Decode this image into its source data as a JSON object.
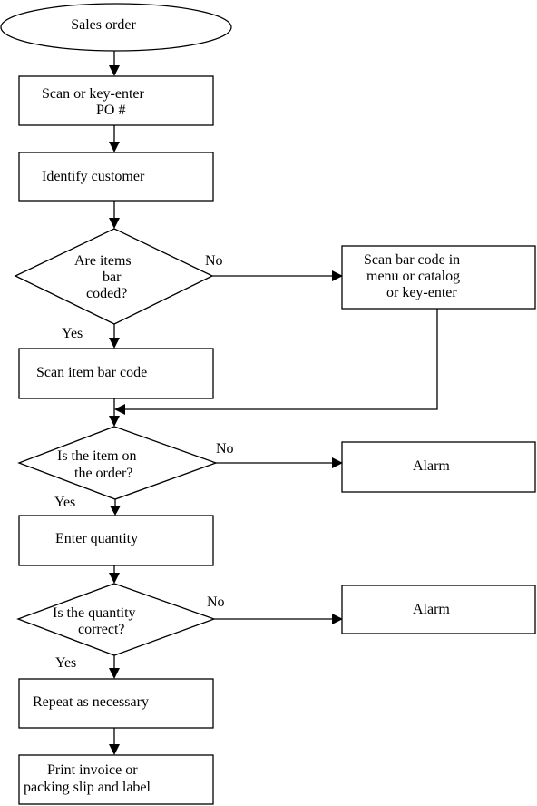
{
  "flowchart": {
    "start": {
      "lines": [
        "Sales order"
      ]
    },
    "step_scan_po": {
      "lines": [
        "Scan or key-enter",
        "PO #"
      ]
    },
    "step_identify_customer": {
      "lines": [
        "Identify customer"
      ]
    },
    "decision_bar_coded": {
      "lines": [
        "Are items",
        "bar",
        "coded?"
      ]
    },
    "step_scan_menu": {
      "lines": [
        "Scan bar code in",
        "menu or catalog",
        "or key-enter"
      ]
    },
    "step_scan_item": {
      "lines": [
        "Scan item bar code"
      ]
    },
    "decision_on_order": {
      "lines": [
        "Is the item on",
        "the order?"
      ]
    },
    "alarm_1": {
      "lines": [
        "Alarm"
      ]
    },
    "step_enter_quantity": {
      "lines": [
        "Enter quantity"
      ]
    },
    "decision_quantity": {
      "lines": [
        "Is the quantity",
        "correct?"
      ]
    },
    "alarm_2": {
      "lines": [
        "Alarm"
      ]
    },
    "step_repeat": {
      "lines": [
        "Repeat as necessary"
      ]
    },
    "step_print": {
      "lines": [
        "Print invoice or",
        "packing slip and label"
      ]
    },
    "edge_labels": {
      "bar_coded_no": "No",
      "bar_coded_yes": "Yes",
      "on_order_no": "No",
      "on_order_yes": "Yes",
      "quantity_no": "No",
      "quantity_yes": "Yes"
    }
  }
}
